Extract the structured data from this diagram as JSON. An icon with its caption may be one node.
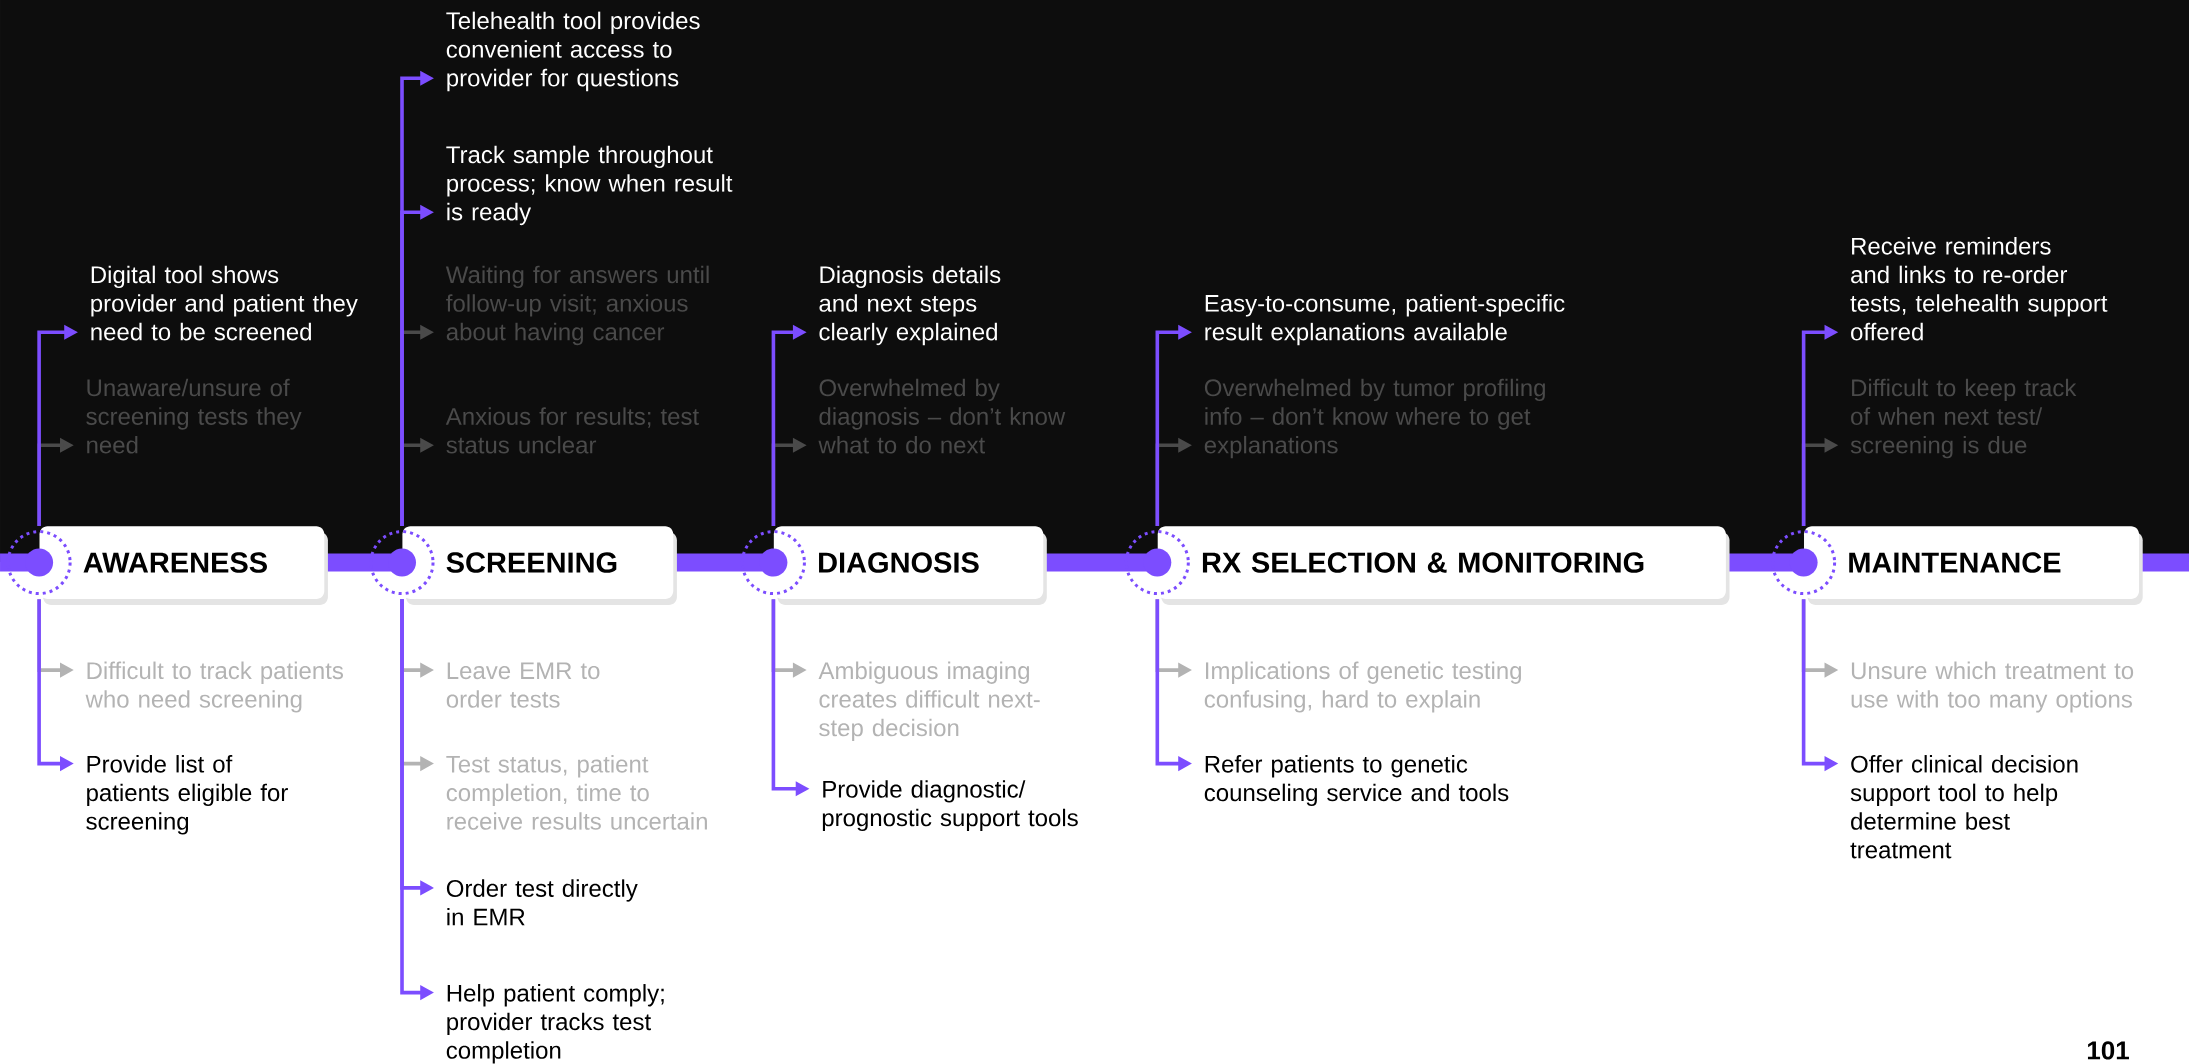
{
  "diagram": {
    "nodes": [
      {
        "text": [
          "AWARENESS"
        ]
      },
      {
        "text": [
          "SCREENING"
        ]
      },
      {
        "text": [
          "DIAGNOSIS"
        ]
      },
      {
        "text": [
          "RX SELECTION & MONITORING"
        ]
      },
      {
        "text": [
          "MAINTENANCE"
        ]
      },
      {
        "text": [
          "Digital tool shows provider and patient they need to be screened"
        ]
      },
      {
        "text": [
          "Unaware/unsure of screening tests they need"
        ]
      },
      {
        "text": [
          "Telehealth tool provides convenient access to provider for questions"
        ]
      },
      {
        "text": [
          "Track sample throughout process; know when result is ready"
        ]
      },
      {
        "text": [
          "Waiting for answers until follow-up visit; anxious about having cancer"
        ]
      },
      {
        "text": [
          "Anxious for results; test status unclear"
        ]
      },
      {
        "text": [
          "Diagnosis details and next steps clearly explained"
        ]
      },
      {
        "text": [
          "Overwhelmed by diagnosis – don’t know what to do next"
        ]
      },
      {
        "text": [
          "Easy-to-consume, patient-specific result explanations available"
        ]
      },
      {
        "text": [
          "Overwhelmed by tumor profiling info – don’t know where to get explanations"
        ]
      },
      {
        "text": [
          "Receive reminders and links to re-order tests, telehealth support offered"
        ]
      },
      {
        "text": [
          "Difficult to keep track of when next test/ screening is due"
        ]
      },
      {
        "text": [
          "Difficult to track patients who need screening"
        ]
      },
      {
        "text": [
          "Provide list of patients eligible for screening"
        ]
      },
      {
        "text": [
          "Leave EMR to order tests"
        ]
      },
      {
        "text": [
          "Test status, patient completion, time to receive results uncertain"
        ]
      },
      {
        "text": [
          "Order test directly in EMR"
        ]
      },
      {
        "text": [
          "Help patient comply; provider tracks test completion"
        ]
      },
      {
        "text": [
          "Ambiguous imaging creates difficult next-step decision"
        ]
      },
      {
        "text": [
          "Provide diagnostic/ prognostic support tools"
        ]
      },
      {
        "text": [
          "Implications of genetic testing confusing, hard to explain"
        ]
      },
      {
        "text": [
          "Refer patients to genetic counseling service and tools"
        ]
      },
      {
        "text": [
          "Unsure which treatment to use with too many options"
        ]
      },
      {
        "text": [
          "Offer clinical decision support tool to help determine best treatment"
        ]
      }
    ],
    "edges": [
      {
        "from": 0,
        "to": 5,
        "arrow": "to"
      },
      {
        "from": 0,
        "to": 6,
        "arrow": "to",
        "color": "#4a4a4a"
      },
      {
        "from": 1,
        "to": 7,
        "arrow": "to"
      },
      {
        "from": 1,
        "to": 8,
        "arrow": "to"
      },
      {
        "from": 1,
        "to": 9,
        "arrow": "to",
        "color": "#4a4a4a"
      },
      {
        "from": 1,
        "to": 10,
        "arrow": "to",
        "color": "#4a4a4a"
      },
      {
        "from": 2,
        "to": 11,
        "arrow": "to"
      },
      {
        "from": 2,
        "to": 12,
        "arrow": "to",
        "color": "#4a4a4a"
      },
      {
        "from": 3,
        "to": 13,
        "arrow": "to"
      },
      {
        "from": 3,
        "to": 14,
        "arrow": "to",
        "color": "#4a4a4a"
      },
      {
        "from": 4,
        "to": 15,
        "arrow": "to"
      },
      {
        "from": 4,
        "to": 16,
        "arrow": "to",
        "color": "#4a4a4a"
      },
      {
        "from": 0,
        "to": 17,
        "arrow": "to",
        "color": "#b3b3b3"
      },
      {
        "from": 0,
        "to": 18,
        "arrow": "to"
      },
      {
        "from": 1,
        "to": 19,
        "arrow": "to",
        "color": "#b3b3b3"
      },
      {
        "from": 1,
        "to": 20,
        "arrow": "to",
        "color": "#b3b3b3"
      },
      {
        "from": 1,
        "to": 21,
        "arrow": "to"
      },
      {
        "from": 1,
        "to": 22,
        "arrow": "to"
      },
      {
        "from": 2,
        "to": 23,
        "arrow": "to",
        "color": "#b3b3b3"
      },
      {
        "from": 2,
        "to": 24,
        "arrow": "to"
      },
      {
        "from": 3,
        "to": 25,
        "arrow": "to",
        "color": "#b3b3b3"
      },
      {
        "from": 3,
        "to": 26,
        "arrow": "to"
      },
      {
        "from": 4,
        "to": 27,
        "arrow": "to",
        "color": "#b3b3b3"
      },
      {
        "from": 4,
        "to": 28,
        "arrow": "to"
      }
    ],
    "labels": [
      "101"
    ]
  }
}
